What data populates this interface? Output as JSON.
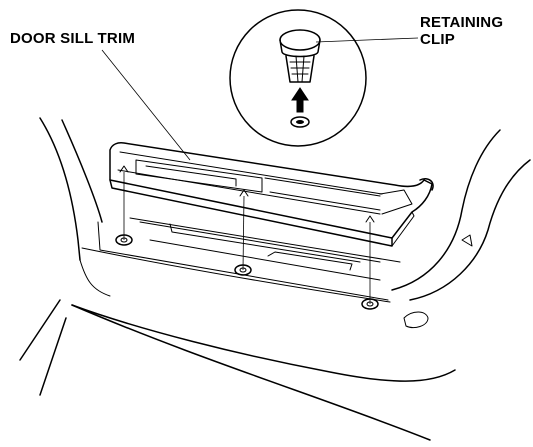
{
  "labels": {
    "door_sill_trim": "DOOR SILL TRIM",
    "retaining_clip_line1": "RETAINING",
    "retaining_clip_line2": "CLIP"
  },
  "colors": {
    "ink": "#000000",
    "background": "#ffffff"
  }
}
